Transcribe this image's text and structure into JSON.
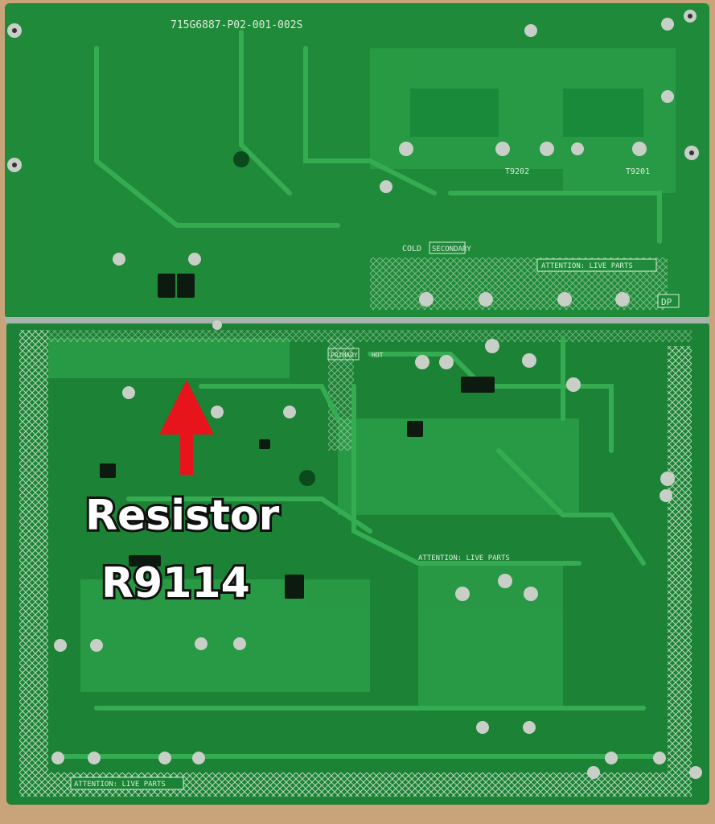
{
  "photo": {
    "board_code": "715G6887-P02-001-002S",
    "cold_label": "COLD",
    "secondary_label": "SECONDARY",
    "primary_label": "PRIMARY",
    "hot_label": "HOT",
    "attention_top": "ATTENTION: LIVE PARTS",
    "attention_mid": "ATTENTION: LIVE PARTS",
    "attention_bottom": "ATTENTION: LIVE PARTS",
    "dp_label": "DP",
    "transformer_left": "T9202",
    "transformer_right": "T9201"
  },
  "annotation": {
    "line1": "Resistor",
    "line2": "R9114",
    "arrow_color": "#e8141b",
    "text_color": "#ffffff",
    "outline_color": "#111111"
  },
  "colors": {
    "board": "#1f8a3a",
    "board_dark": "#156c2c",
    "trace": "#2ea34a",
    "pad": "#c7cfc7",
    "background": "#c9a47a"
  }
}
